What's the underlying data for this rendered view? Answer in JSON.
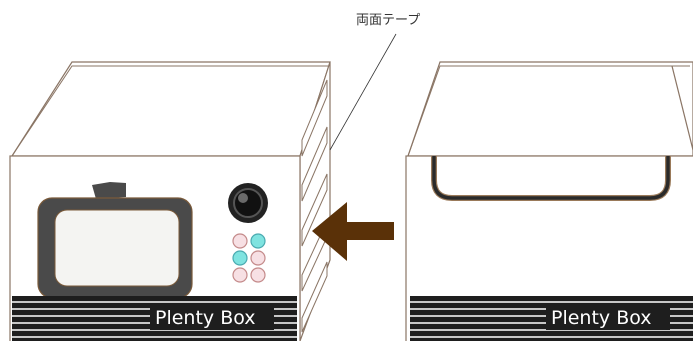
{
  "callout": {
    "label": "両面テープ"
  },
  "boxes": [
    {
      "brand_label": "Plenty Box"
    },
    {
      "brand_label": "Plenty Box"
    }
  ],
  "colors": {
    "outline": "#8a7565",
    "band": "#1e1e1e",
    "band_stripe": "#ffffff",
    "tv_frame": "#4a4a4a",
    "tv_screen": "#f4f4f2",
    "tv_border": "#7a5a3a",
    "knob": "#222222",
    "button_pink": "#f7e0e4",
    "button_pink_border": "#c48a8a",
    "button_cyan": "#7fe3e0",
    "button_cyan_border": "#4aaab0",
    "arrow": "#5a3108",
    "handle": "#2a2a2a",
    "handle_outline": "#9a7a5a"
  },
  "icons": {
    "arrow": "arrow-left-icon",
    "knob": "knob-icon",
    "tv": "tv-icon"
  }
}
